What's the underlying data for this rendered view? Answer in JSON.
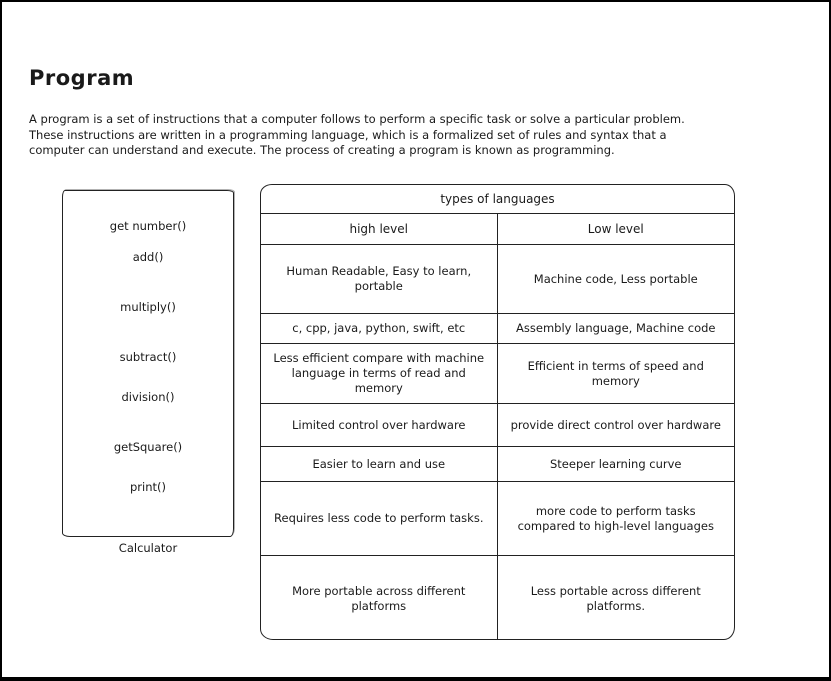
{
  "page": {
    "title": "Program",
    "description": "A program is a set of instructions that a computer follows to perform a specific task or solve a particular problem.\nThese instructions are written in a programming language, which is a formalized set of rules and syntax that a\ncomputer can understand and execute. The process of creating a program is known as programming."
  },
  "calculator": {
    "label": "Calculator",
    "functions": [
      "get number()",
      "add()",
      "multiply()",
      "subtract()",
      "division()",
      "getSquare()",
      "print()"
    ]
  },
  "table": {
    "title": "types of languages",
    "columns": [
      "high level",
      "Low level"
    ],
    "rows": [
      {
        "high": "Human Readable, Easy to learn, portable",
        "low": "Machine code, Less portable"
      },
      {
        "high": "c, cpp, java, python, swift, etc",
        "low": "Assembly language, Machine code"
      },
      {
        "high": "Less efficient compare with machine language in terms of read and memory",
        "low": "Efficient in terms of speed and memory"
      },
      {
        "high": "Limited control over hardware",
        "low": "provide direct control over hardware"
      },
      {
        "high": "Easier to learn and use",
        "low": "Steeper learning curve"
      },
      {
        "high": "Requires less code to perform tasks.",
        "low": "more code to perform tasks compared to high-level languages"
      },
      {
        "high": "More portable across different platforms",
        "low": "Less portable across different platforms."
      }
    ]
  }
}
